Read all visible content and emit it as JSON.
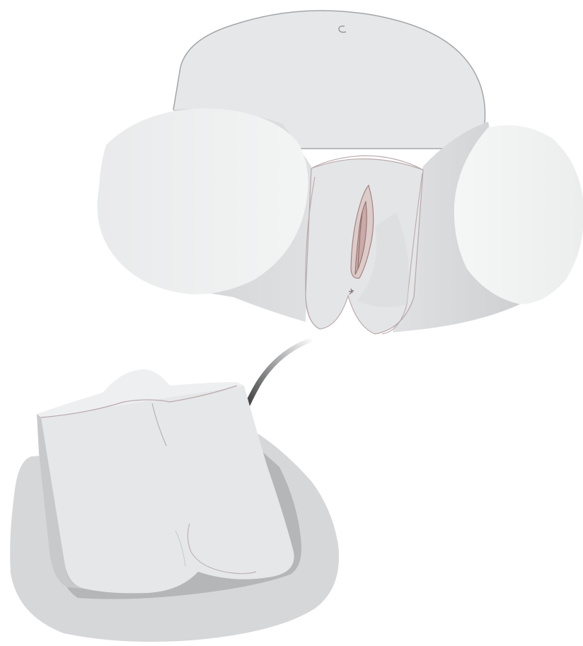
{
  "figure": {
    "views": [
      {
        "id": "anterior-view",
        "description_visible": false
      },
      {
        "id": "seated-base-view",
        "description_visible": false
      }
    ],
    "arrow_direction": "down-left"
  },
  "colors": {
    "background": "#ffffff",
    "skin_light": "#e9eaeb",
    "skin_mid": "#dcdddf",
    "skin_shadow": "#cfd0d2",
    "thigh_cap": "#f1f2f2",
    "outline_grey": "#9a9c9f",
    "outline_pink": "#b9a9ab",
    "labia_fill": "#d9c6c4",
    "labia_stroke": "#9e7e7c",
    "pedestal_outer": "#d4d5d7",
    "pedestal_shadow": "#b3b4b6",
    "block_face": "#e7e8e9",
    "arrow_dark": "#111111",
    "arrow_light": "#c9cacc"
  }
}
